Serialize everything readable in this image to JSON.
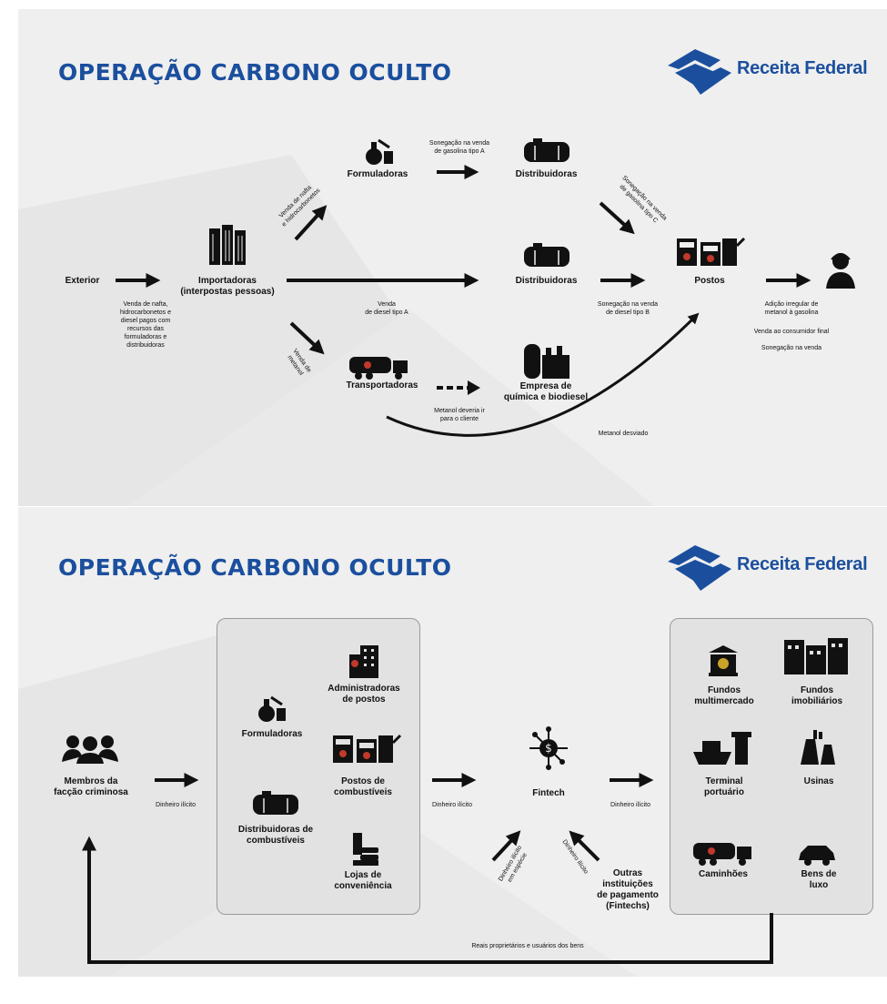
{
  "colors": {
    "brand_blue": "#1b4f9e",
    "background": "#efefef",
    "ink": "#111111"
  },
  "panel1": {
    "title": "OPERAÇÃO CARBONO OCULTO",
    "logo_text": "Receita Federal",
    "nodes": {
      "exterior": "Exterior",
      "importadoras": "Importadoras\n(interpostas pessoas)",
      "formuladoras": "Formuladoras",
      "distribuidoras_top": "Distribuidoras",
      "distribuidoras_mid": "Distribuidoras",
      "postos": "Postos",
      "transportadoras": "Transportadoras",
      "empresa_quimica": "Empresa de\nquímica e biodiesel"
    },
    "labels": {
      "venda_nafta_exterior": "Venda de nafta,\nhidrocarbonetos e\ndiesel pagos com\nrecursos das\nformuladoras e\ndistribuidoras",
      "venda_nafta_diag": "Venda de nafta\ne hidrocarbonetos",
      "sonegacao_gasolina_a": "Sonegação na venda\nde gasolina tipo A",
      "sonegacao_gasolina_c": "Sonegação na venda\nde gasolina tipo C",
      "venda_diesel_a": "Venda\nde diesel tipo A",
      "sonegacao_diesel_b": "Sonegação na venda\nde diesel tipo B",
      "venda_metanol": "Venda de\nmetanol",
      "metanol_cliente": "Metanol deveria ir\npara o cliente",
      "metanol_desviado": "Metanol desviado",
      "adicao_irregular": "Adição irregular de\nmetanol à gasolina",
      "venda_consumidor": "Venda ao consumidor final",
      "sonegacao_venda": "Sonegação na venda"
    }
  },
  "panel2": {
    "title": "OPERAÇÃO CARBONO OCULTO",
    "logo_text": "Receita Federal",
    "nodes": {
      "membros": "Membros da\nfacção criminosa",
      "formuladoras": "Formuladoras",
      "distribuidoras": "Distribuidoras de\ncombustíveis",
      "administradoras": "Administradoras\nde postos",
      "postos": "Postos de\ncombustíveis",
      "lojas": "Lojas de\nconveniência",
      "fintech": "Fintech",
      "outras_instituicoes": "Outras\ninstituições\nde pagamento\n(Fintechs)",
      "fundos_multimercado": "Fundos\nmultimercado",
      "fundos_imobiliarios": "Fundos\nimobiliários",
      "terminal_portuario": "Terminal\nportuário",
      "usinas": "Usinas",
      "caminhoes": "Caminhões",
      "bens_luxo": "Bens de\nluxo"
    },
    "labels": {
      "dinheiro_ilicito_1": "Dinheiro ilícito",
      "dinheiro_ilicito_2": "Dinheiro ilícito",
      "dinheiro_ilicito_3": "Dinheiro ilícito",
      "dinheiro_especie": "Dinheiro ilícito\nem espécie",
      "dinheiro_ilicito_diag": "Dinheiro ilícito",
      "reais_proprietarios": "Reais proprietários e usuários dos bens"
    }
  }
}
